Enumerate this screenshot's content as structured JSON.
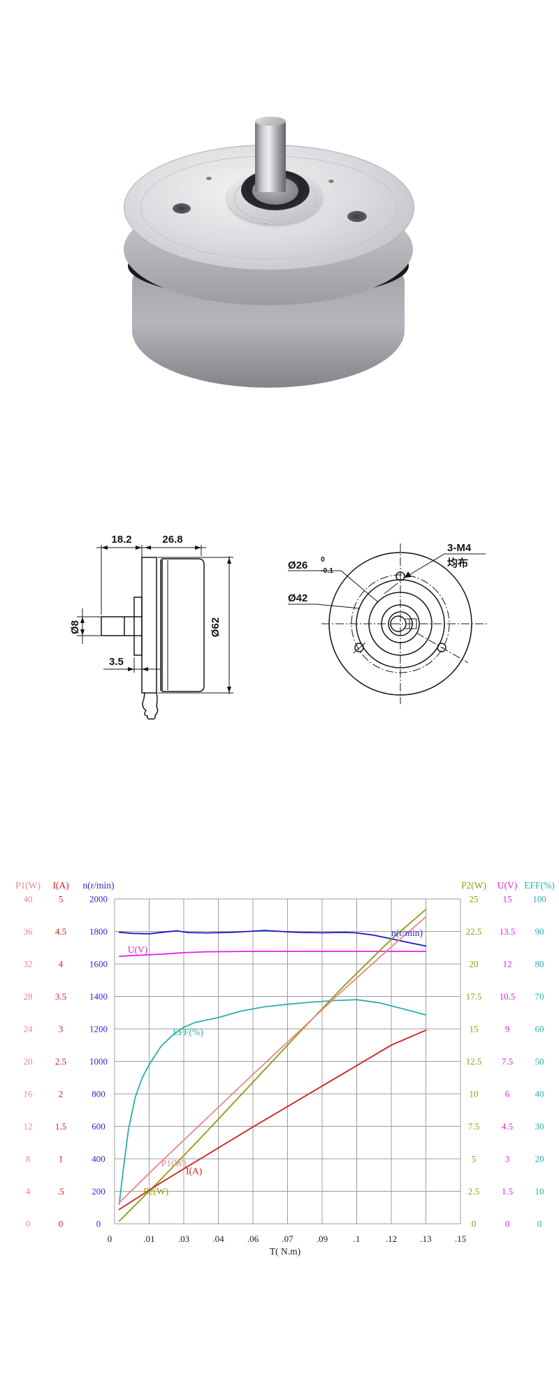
{
  "page": {
    "background": "#ffffff"
  },
  "photo": {
    "description": "silver pancake brushless DC motor, angled top view with chrome shaft"
  },
  "drawing": {
    "line_color": "#161616",
    "side_view": {
      "dim_18_2": "18.2",
      "dim_26_8": "26.8",
      "dim_shaft_dia": "Ø8",
      "dim_3_5": "3.5",
      "dim_body_dia": "Ø62"
    },
    "front_view": {
      "dim_pilot_dia": "Ø26",
      "pilot_tol_upper": "0",
      "pilot_tol_lower": "-0.1",
      "dim_bolt_circle": "Ø42",
      "screw_note_line1": "3-M4",
      "screw_note_line2": "均布"
    }
  },
  "chart_data": {
    "type": "line",
    "xlabel": "T( N.m)",
    "x_range": [
      0,
      0.15
    ],
    "x_tick_labels": [
      "0",
      ".01",
      ".03",
      ".04",
      ".06",
      ".07",
      ".09",
      ".1",
      ".12",
      ".13",
      ".15"
    ],
    "grid": true,
    "grid_color": "#9c9c9c",
    "axes_left": [
      {
        "name": "P1(W)",
        "color": "#e8868d",
        "ticks": [
          "40",
          "36",
          "32",
          "28",
          "24",
          "20",
          "16",
          "12",
          "8",
          "4",
          "0"
        ],
        "range": [
          0,
          40
        ]
      },
      {
        "name": "I(A)",
        "color": "#cf1d1d",
        "ticks": [
          "5",
          "4.5",
          "4",
          "3.5",
          "3",
          "2.5",
          "2",
          "1.5",
          "1",
          ".5",
          "0"
        ],
        "range": [
          0,
          5
        ]
      },
      {
        "name": "n(r/min)",
        "color": "#2a2ad0",
        "ticks": [
          "2000",
          "1800",
          "1600",
          "1400",
          "1200",
          "1000",
          "800",
          "600",
          "400",
          "200",
          "0"
        ],
        "range": [
          0,
          2000
        ]
      }
    ],
    "axes_right": [
      {
        "name": "P2(W)",
        "color": "#8e9c09",
        "ticks": [
          "25",
          "22.5",
          "20",
          "17.5",
          "15",
          "12.5",
          "10",
          "7.5",
          "5",
          "2.5",
          "0"
        ],
        "range": [
          0,
          25
        ]
      },
      {
        "name": "U(V)",
        "color": "#d626d6",
        "ticks": [
          "15",
          "13.5",
          "12",
          "10.5",
          "9",
          "7.5",
          "6",
          "4.5",
          "3",
          "1.5",
          "0"
        ],
        "range": [
          0,
          15
        ]
      },
      {
        "name": "EFF(%)",
        "color": "#27b1a8",
        "ticks": [
          "100",
          "90",
          "80",
          "70",
          "60",
          "50",
          "40",
          "30",
          "20",
          "10",
          "0"
        ],
        "range": [
          0,
          100
        ]
      }
    ],
    "series": [
      {
        "name": "n(r/min)",
        "color": "#1717c9",
        "max": 2000,
        "points": [
          [
            0.002,
            1795
          ],
          [
            0.008,
            1788
          ],
          [
            0.015,
            1786
          ],
          [
            0.022,
            1797
          ],
          [
            0.027,
            1804
          ],
          [
            0.032,
            1793
          ],
          [
            0.04,
            1791
          ],
          [
            0.05,
            1794
          ],
          [
            0.058,
            1800
          ],
          [
            0.065,
            1806
          ],
          [
            0.072,
            1800
          ],
          [
            0.08,
            1794
          ],
          [
            0.09,
            1792
          ],
          [
            0.1,
            1794
          ],
          [
            0.105,
            1791
          ],
          [
            0.112,
            1778
          ],
          [
            0.12,
            1755
          ],
          [
            0.128,
            1730
          ],
          [
            0.135,
            1710
          ]
        ]
      },
      {
        "name": "U(V)",
        "color": "#e41ce4",
        "max": 15,
        "points": [
          [
            0.002,
            12.35
          ],
          [
            0.01,
            12.4
          ],
          [
            0.02,
            12.45
          ],
          [
            0.03,
            12.52
          ],
          [
            0.04,
            12.56
          ],
          [
            0.06,
            12.58
          ],
          [
            0.08,
            12.58
          ],
          [
            0.1,
            12.58
          ],
          [
            0.12,
            12.58
          ],
          [
            0.135,
            12.58
          ]
        ]
      },
      {
        "name": "EFF(%)",
        "color": "#27b1a8",
        "max": 100,
        "points": [
          [
            0.002,
            6
          ],
          [
            0.004,
            18
          ],
          [
            0.006,
            29
          ],
          [
            0.009,
            39
          ],
          [
            0.012,
            45
          ],
          [
            0.015,
            49
          ],
          [
            0.02,
            54.5
          ],
          [
            0.025,
            58
          ],
          [
            0.03,
            60.5
          ],
          [
            0.035,
            62
          ],
          [
            0.045,
            63.5
          ],
          [
            0.055,
            65.5
          ],
          [
            0.065,
            66.8
          ],
          [
            0.075,
            67.6
          ],
          [
            0.085,
            68.2
          ],
          [
            0.095,
            68.7
          ],
          [
            0.105,
            69
          ],
          [
            0.115,
            68
          ],
          [
            0.125,
            66.2
          ],
          [
            0.135,
            64.3
          ]
        ]
      },
      {
        "name": "P2(W)",
        "color": "#8e9c09",
        "max": 25,
        "points": [
          [
            0.002,
            0.2
          ],
          [
            0.02,
            3.4
          ],
          [
            0.04,
            7.1
          ],
          [
            0.06,
            10.9
          ],
          [
            0.08,
            14.7
          ],
          [
            0.1,
            18.4
          ],
          [
            0.12,
            21.9
          ],
          [
            0.135,
            24.2
          ]
        ]
      },
      {
        "name": "P1(W)",
        "color": "#e8868d",
        "max": 40,
        "points": [
          [
            0.002,
            2.6
          ],
          [
            0.02,
            7.6
          ],
          [
            0.04,
            13
          ],
          [
            0.06,
            18.4
          ],
          [
            0.08,
            23.7
          ],
          [
            0.1,
            29
          ],
          [
            0.12,
            34.1
          ],
          [
            0.135,
            37.8
          ]
        ]
      },
      {
        "name": "I(A)",
        "color": "#cf1d1d",
        "max": 5,
        "points": [
          [
            0.002,
            0.22
          ],
          [
            0.02,
            0.63
          ],
          [
            0.04,
            1.06
          ],
          [
            0.06,
            1.49
          ],
          [
            0.08,
            1.91
          ],
          [
            0.1,
            2.33
          ],
          [
            0.12,
            2.75
          ],
          [
            0.135,
            2.98
          ]
        ]
      }
    ],
    "curve_labels": [
      {
        "text": "U(V)",
        "color": "#e41ce4",
        "fx": 0.038,
        "fy": 0.166
      },
      {
        "text": "EFF(%)",
        "color": "#27b1a8",
        "fx": 0.168,
        "fy": 0.419
      },
      {
        "text": "n(r/min)",
        "color": "#2a2ad0",
        "fx": 0.8,
        "fy": 0.114
      },
      {
        "text": "P1(W)",
        "color": "#e8868d",
        "fx": 0.135,
        "fy": 0.824
      },
      {
        "text": "I(A)",
        "color": "#cf1d1d",
        "fx": 0.206,
        "fy": 0.847
      },
      {
        "text": "P2(W)",
        "color": "#8e9c09",
        "fx": 0.083,
        "fy": 0.91
      }
    ]
  }
}
